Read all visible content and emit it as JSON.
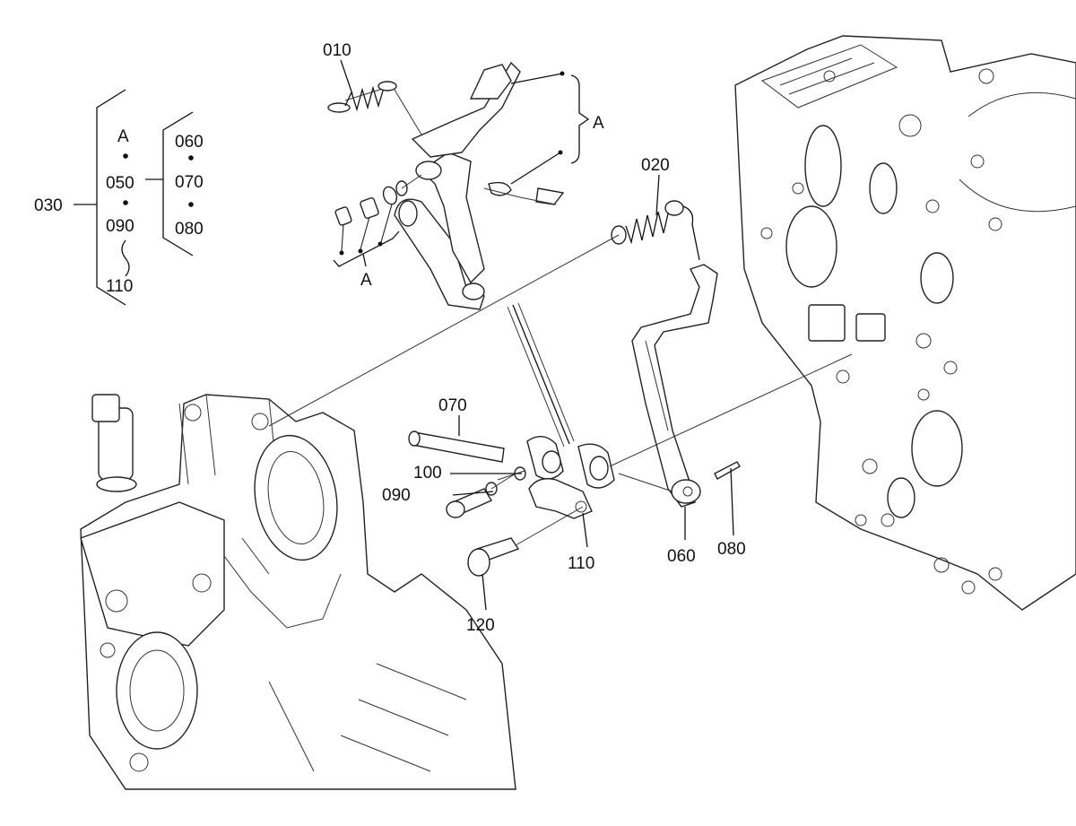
{
  "diagram": {
    "callouts": {
      "c010": "010",
      "c020": "020",
      "c030": "030",
      "c060": "060",
      "c070": "070",
      "c080": "080",
      "c090": "090",
      "c100": "100",
      "c110": "110",
      "c120": "120",
      "ref_a_top": "A",
      "ref_a_bottom": "A"
    },
    "legend": {
      "group_label": "030",
      "left_column": [
        "A",
        "050",
        "090",
        "110"
      ],
      "right_column": [
        "060",
        "070",
        "080"
      ]
    },
    "colors": {
      "ink": "#111111",
      "background": "#ffffff"
    }
  }
}
